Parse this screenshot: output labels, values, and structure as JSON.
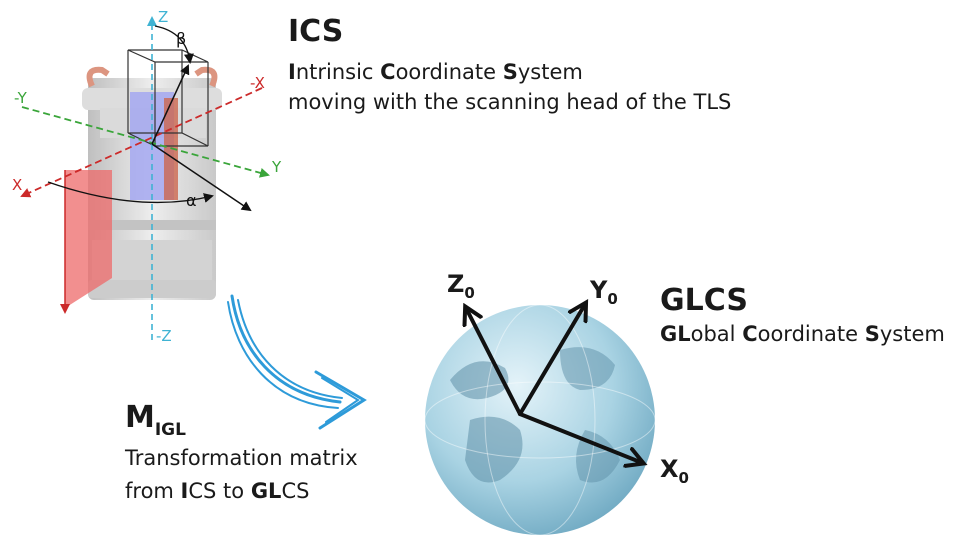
{
  "ics": {
    "title": "ICS",
    "line1": [
      [
        "I",
        true
      ],
      [
        "ntrinsic ",
        false
      ],
      [
        "C",
        true
      ],
      [
        "oordinate ",
        false
      ],
      [
        "S",
        true
      ],
      [
        "ystem",
        false
      ]
    ],
    "line2": "moving with the scanning head of the TLS"
  },
  "scanner_axes": {
    "z": "Z",
    "neg_z": "-Z",
    "x": "X",
    "neg_x": "-X",
    "y": "Y",
    "neg_y": "-Y",
    "alpha": "α",
    "beta": "β"
  },
  "glcs": {
    "title": "GLCS",
    "line1": [
      [
        "GL",
        true
      ],
      [
        "obal ",
        false
      ],
      [
        "C",
        true
      ],
      [
        "oordinate ",
        false
      ],
      [
        "S",
        true
      ],
      [
        "ystem",
        false
      ]
    ]
  },
  "globe_axes": {
    "x0": "X",
    "x0_sub": "0",
    "y0": "Y",
    "y0_sub": "0",
    "z0": "Z",
    "z0_sub": "0"
  },
  "migl": {
    "title": "M",
    "title_sub": "IGL",
    "line1": "Transformation matrix",
    "line2": [
      [
        "from ",
        false
      ],
      [
        "I",
        true
      ],
      [
        "CS to ",
        false
      ],
      [
        "GL",
        true
      ],
      [
        "CS",
        false
      ]
    ]
  },
  "colors": {
    "z_axis": "#3fb3d3",
    "x_axis": "#cc2a2a",
    "y_axis": "#3aa53a",
    "red_plane": "#ee6a6a",
    "arrow_blue": "#2e9bd9",
    "globe": "#a9d3e3"
  }
}
